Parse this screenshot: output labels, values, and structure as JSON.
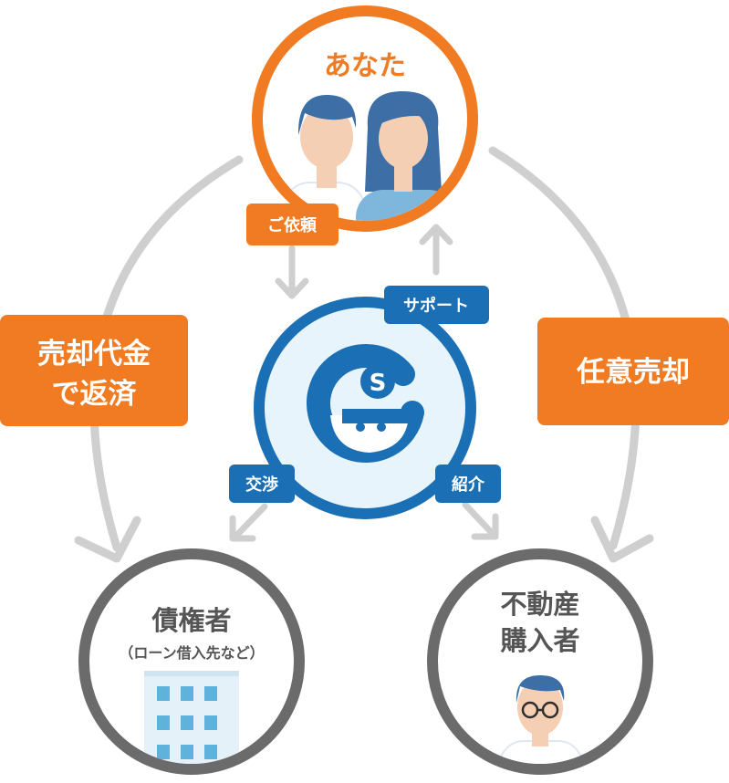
{
  "nodes": {
    "you": {
      "title": "あなた"
    },
    "creditor": {
      "title": "債権者",
      "subtitle": "（ローン借入先など）"
    },
    "buyer": {
      "title_line1": "不動産",
      "title_line2": "購入者"
    },
    "center": {
      "logo_letter": "S"
    }
  },
  "edges": {
    "request": "ご依頼",
    "support": "サポート",
    "negotiation": "交渉",
    "introduction": "紹介",
    "repay_line1": "売却代金",
    "repay_line2": "で返済",
    "voluntary_sale": "任意売却"
  },
  "colors": {
    "orange": "#f07b23",
    "blue": "#1a6fb5",
    "gray_ring": "#6b6b6b",
    "arrow_gray": "#cfcfcf",
    "center_fill": "#e8f4fb"
  }
}
